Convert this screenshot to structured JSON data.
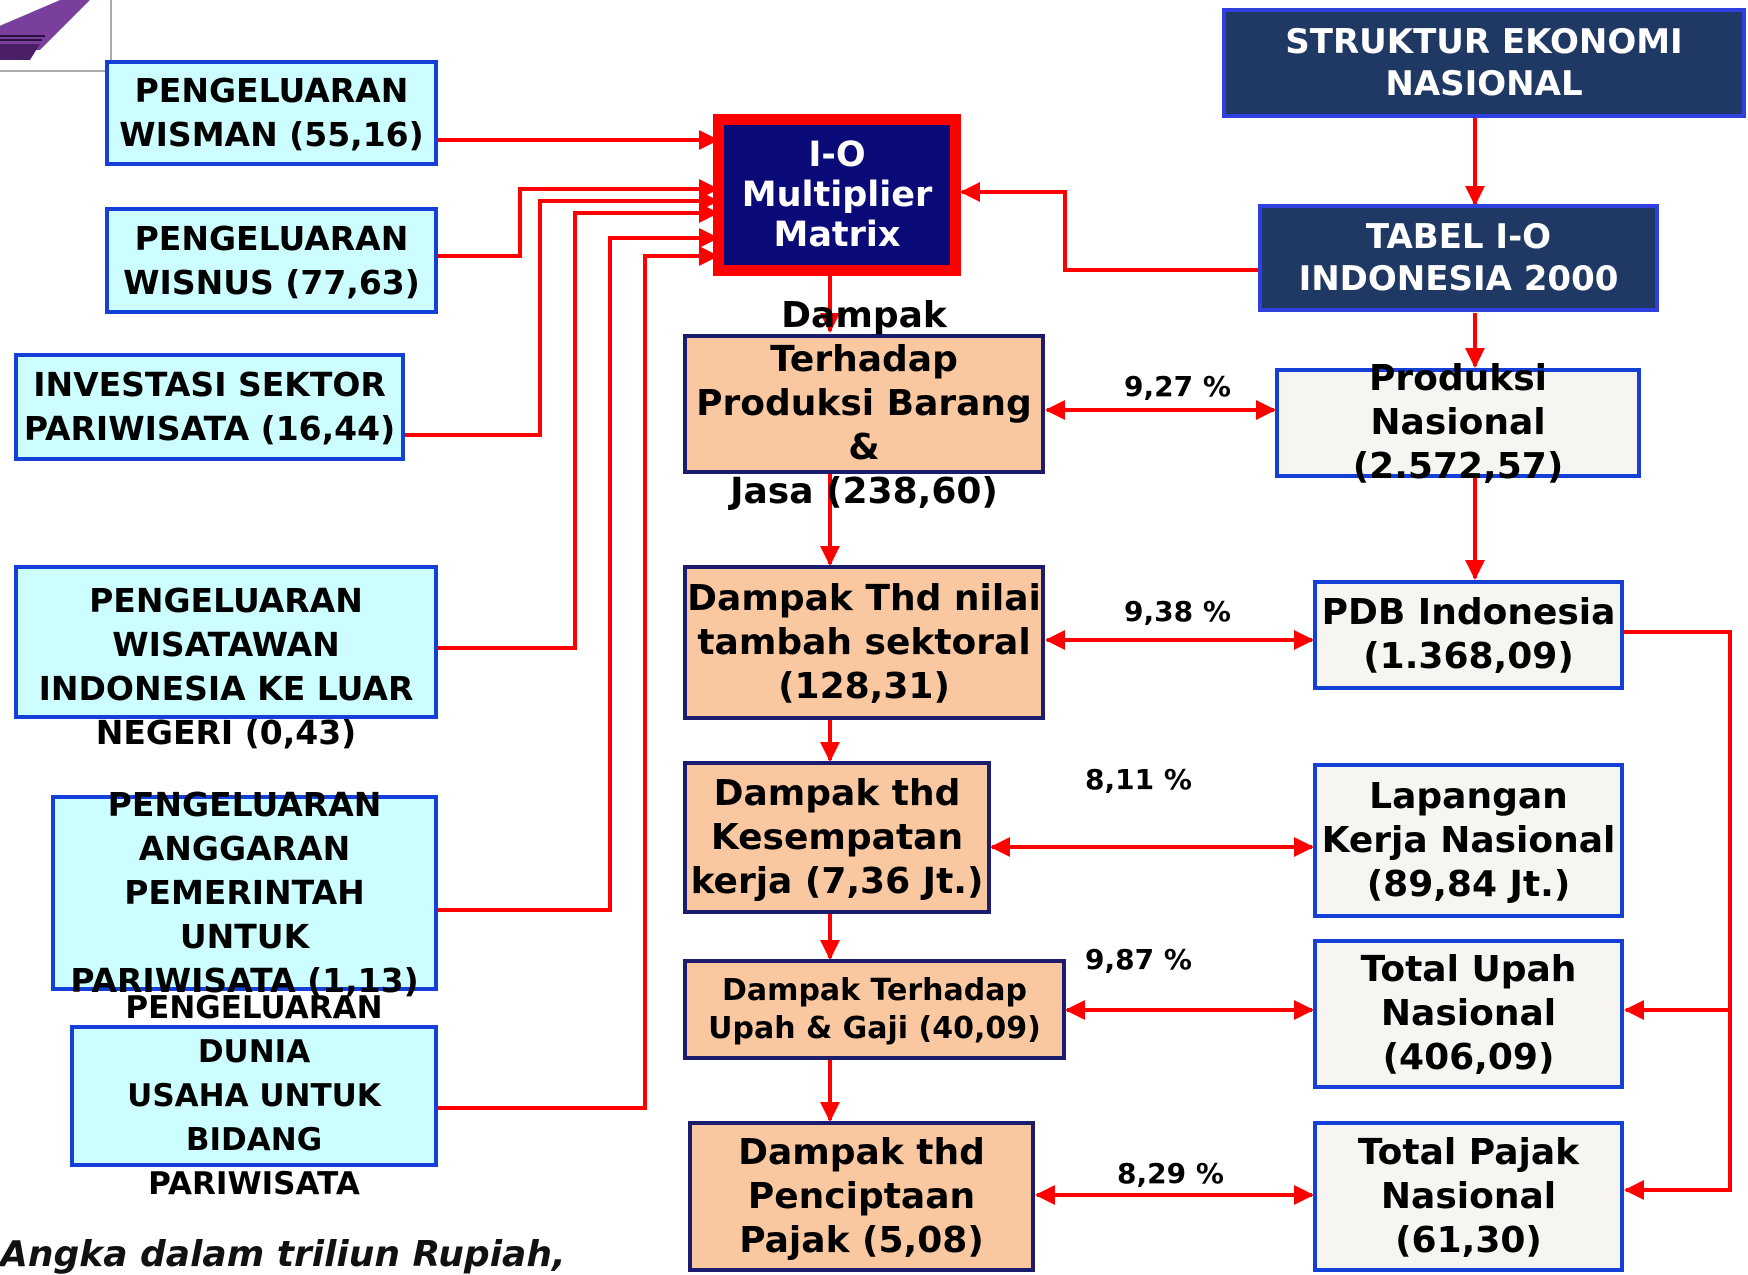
{
  "inputs": {
    "wisman": "PENGELUARAN\nWISMAN (55,16)",
    "wisnus": "PENGELUARAN\nWISNUS (77,63)",
    "investasi": "INVESTASI SEKTOR\nPARIWISATA (16,44)",
    "outbound": "PENGELUARAN\nWISATAWAN\nINDONESIA KE LUAR\nNEGERI (0,43)",
    "pemerintah": "PENGELUARAN\nANGGARAN\nPEMERINTAH UNTUK\nPARIWISATA (1,13)",
    "dunia_usaha": "PENGELUARAN DUNIA\nUSAHA UNTUK BIDANG\nPARIWISATA"
  },
  "matrix": "I-O\nMultiplier\nMatrix",
  "right_headers": {
    "struktur": "STRUKTUR EKONOMI\nNASIONAL",
    "tabel": "TABEL I-O\nINDONESIA 2000"
  },
  "impacts": {
    "produksi": "Dampak Terhadap\nProduksi Barang &\nJasa (238,60)",
    "nilai_tambah": "Dampak Thd nilai\ntambah sektoral\n(128,31)",
    "kerja": "Dampak thd\nKesempatan\nkerja (7,36 Jt.)",
    "upah": "Dampak Terhadap\nUpah & Gaji (40,09)",
    "pajak": "Dampak thd\nPenciptaan\nPajak (5,08)"
  },
  "nationals": {
    "produksi": "Produksi Nasional\n(2.572,57)",
    "pdb": "PDB Indonesia\n(1.368,09)",
    "kerja": "Lapangan\nKerja Nasional\n(89,84 Jt.)",
    "upah": "Total Upah\nNasional\n(406,09)",
    "pajak": "Total Pajak\nNasional\n(61,30)"
  },
  "percentages": {
    "produksi": "9,27 %",
    "nilai_tambah": "9,38 %",
    "kerja": "8,11 %",
    "upah": "9,87 %",
    "pajak": "8,29 %"
  },
  "footnote": "Angka dalam triliun  Rupiah,",
  "colors": {
    "arrow": "#ff0000",
    "input_fill": "#ccfeff",
    "impact_fill": "#f9c8a0",
    "header_fill": "#1f3864",
    "matrix_fill": "#0a0a78"
  }
}
